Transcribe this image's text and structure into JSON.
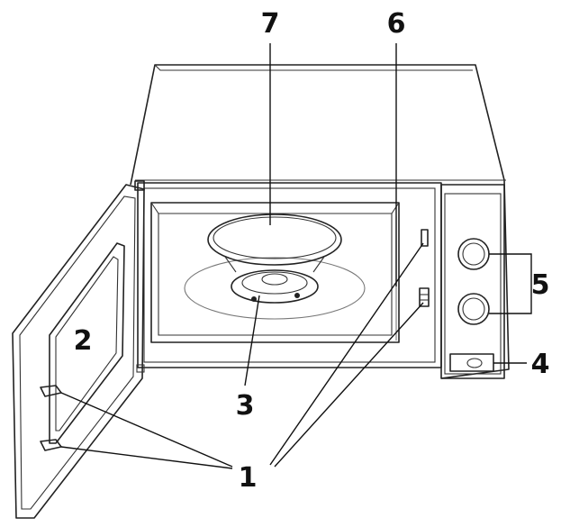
{
  "callouts": {
    "door_seal_latches": "1",
    "door_window": "2",
    "roller_ring": "3",
    "door_release": "4",
    "control_knobs": "5",
    "waveguide_cover": "6",
    "glass_tray": "7"
  }
}
